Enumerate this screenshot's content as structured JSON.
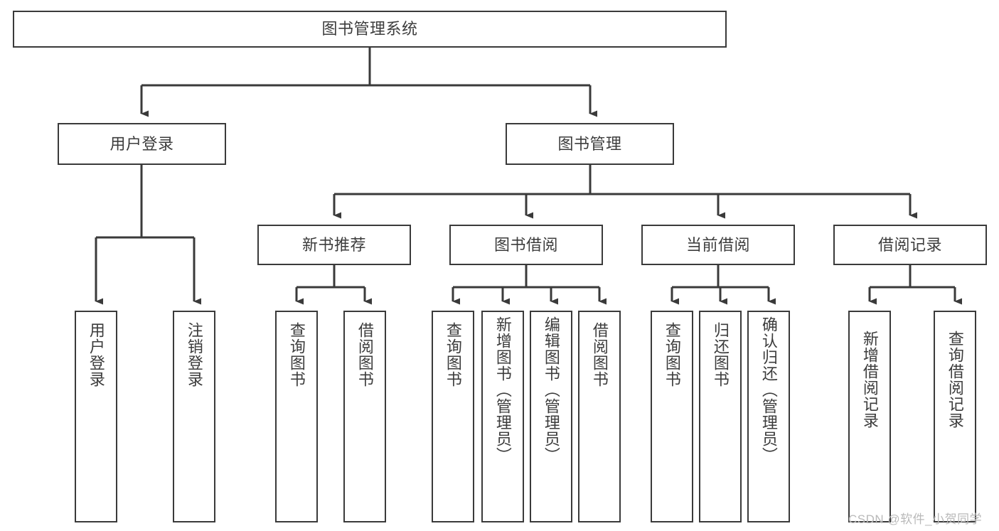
{
  "diagram": {
    "title": "图书管理系统",
    "type": "tree-hierarchy-chart",
    "orientation": "top-down",
    "colors": {
      "box_border": "#3a3a3a",
      "box_fill": "#ffffff",
      "edge": "#3a3a3a",
      "text": "#3c3c3c",
      "watermark": "#b9b9b9",
      "background": "#ffffff"
    }
  },
  "nodes": {
    "root": {
      "label": "图书管理系统"
    },
    "level2": [
      {
        "id": "user-login",
        "label": "用户登录"
      },
      {
        "id": "book-manage",
        "label": "图书管理"
      }
    ],
    "level3": [
      {
        "id": "new-book-recommend",
        "label": "新书推荐"
      },
      {
        "id": "book-borrow",
        "label": "图书借阅"
      },
      {
        "id": "current-borrow",
        "label": "当前借阅"
      },
      {
        "id": "borrow-record",
        "label": "借阅记录"
      }
    ],
    "leaves": {
      "user-login": [
        {
          "id": "leaf-user-login",
          "label": "用户登录"
        },
        {
          "id": "leaf-logout",
          "label": "注销登录"
        }
      ],
      "new-book-recommend": [
        {
          "id": "leaf-query-book-1",
          "label": "查询图书"
        },
        {
          "id": "leaf-borrow-book-1",
          "label": "借阅图书"
        }
      ],
      "book-borrow": [
        {
          "id": "leaf-query-book-2",
          "label": "查询图书"
        },
        {
          "id": "leaf-add-book",
          "label": "新增图书（管理员）"
        },
        {
          "id": "leaf-edit-book",
          "label": "编辑图书（管理员）"
        },
        {
          "id": "leaf-borrow-book-2",
          "label": "借阅图书"
        }
      ],
      "current-borrow": [
        {
          "id": "leaf-query-book-3",
          "label": "查询图书"
        },
        {
          "id": "leaf-return-book",
          "label": "归还图书"
        },
        {
          "id": "leaf-confirm-return",
          "label": "确认归还（管理员）"
        }
      ],
      "borrow-record": [
        {
          "id": "leaf-add-record",
          "label": "新增借阅记录"
        },
        {
          "id": "leaf-query-record",
          "label": "查询借阅记录"
        }
      ]
    }
  },
  "watermark": {
    "text": "CSDN @软件_小贺同学"
  }
}
